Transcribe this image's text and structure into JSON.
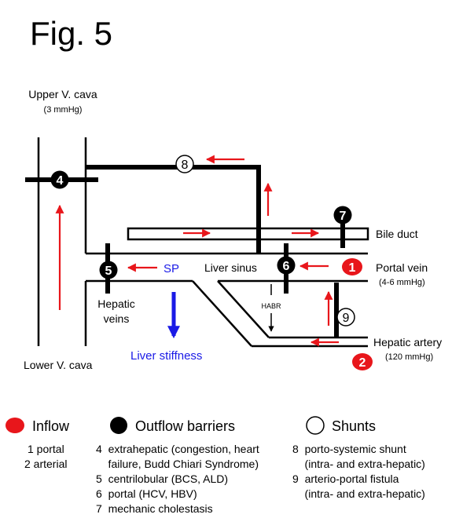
{
  "figure_title": "Fig. 5",
  "labels": {
    "upper_cava": "Upper  V. cava",
    "upper_cava_pressure": "(3 mmHg)",
    "lower_cava": "Lower V. cava",
    "hepatic_veins_line1": "Hepatic",
    "hepatic_veins_line2": "veins",
    "sp": "SP",
    "liver_sinus": "Liver sinus",
    "habr": "HABR",
    "liver_stiffness": "Liver stiffness",
    "bile_duct": "Bile duct",
    "portal_vein": "Portal vein",
    "portal_pressure": "(4-6 mmHg)",
    "hepatic_artery": "Hepatic artery",
    "artery_pressure": "(120 mmHg)"
  },
  "markers": {
    "m1": "1",
    "m2": "2",
    "m4": "4",
    "m5": "5",
    "m6": "6",
    "m7": "7",
    "m8": "8",
    "m9": "9"
  },
  "legend": {
    "inflow": {
      "title": "Inflow",
      "items": [
        "1 portal",
        "2 arterial"
      ]
    },
    "outflow": {
      "title": "Outflow barriers",
      "items": [
        "4  extrahepatic (congestion, heart",
        "    failure, Budd Chiari Syndrome)",
        "5  centrilobular (BCS, ALD)",
        "6  portal (HCV, HBV)",
        "7  mechanic cholestasis"
      ]
    },
    "shunts": {
      "title": "Shunts",
      "items": [
        "8  porto-systemic shunt",
        "    (intra- and extra-hepatic)",
        "9  arterio-portal fistula",
        "    (intra- and extra-hepatic)"
      ]
    }
  },
  "colors": {
    "inflow_red": "#e8161b",
    "stiffness_blue": "#1a1ae6",
    "sp_blue": "#1a1ae6",
    "line_black": "#000000"
  }
}
